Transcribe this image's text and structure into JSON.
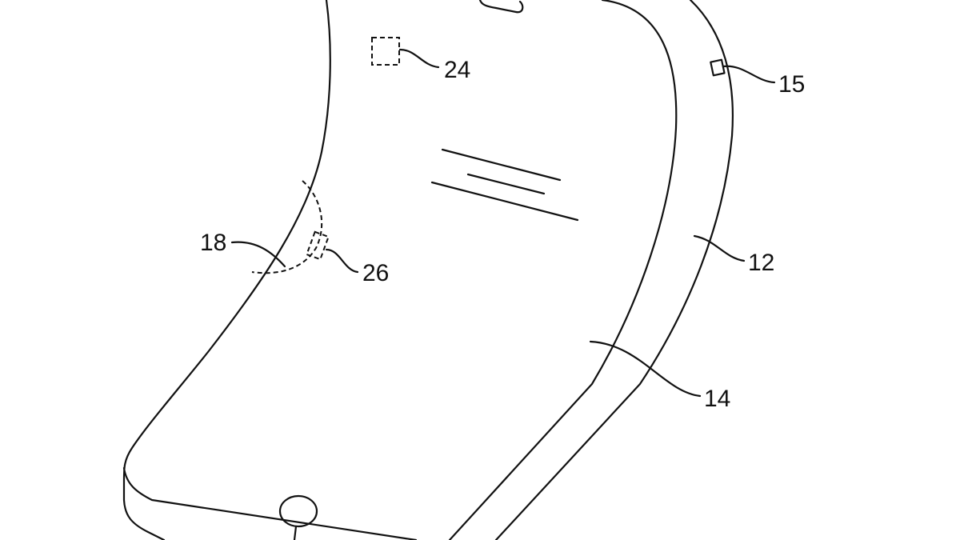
{
  "figure": {
    "title": "Flexible device patent drawing",
    "line_color": "#111111",
    "background": "#ffffff",
    "reference_numerals": {
      "sensor_top": "24",
      "side_component": "15",
      "bend_region": "18",
      "bend_sensor": "26",
      "housing": "12",
      "display": "14"
    }
  }
}
